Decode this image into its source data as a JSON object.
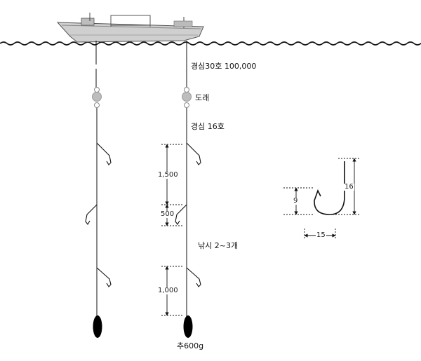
{
  "labels": {
    "main_line": "경심30호 100,000",
    "swivel": "도래",
    "branch_line": "경심 16호",
    "hooks": "낚시 2~3개",
    "sinker": "추600g"
  },
  "dimensions": {
    "upper_spacing": "1,500",
    "short_spacing": "500",
    "lower_spacing": "1,000",
    "hook_height": "16",
    "hook_bend": "9",
    "hook_width": "15"
  },
  "colors": {
    "line": "#111111",
    "swivel": "#aaaaaa",
    "sinker": "#000000",
    "boat_hull": "#c9c9c9",
    "water": "#111111"
  }
}
